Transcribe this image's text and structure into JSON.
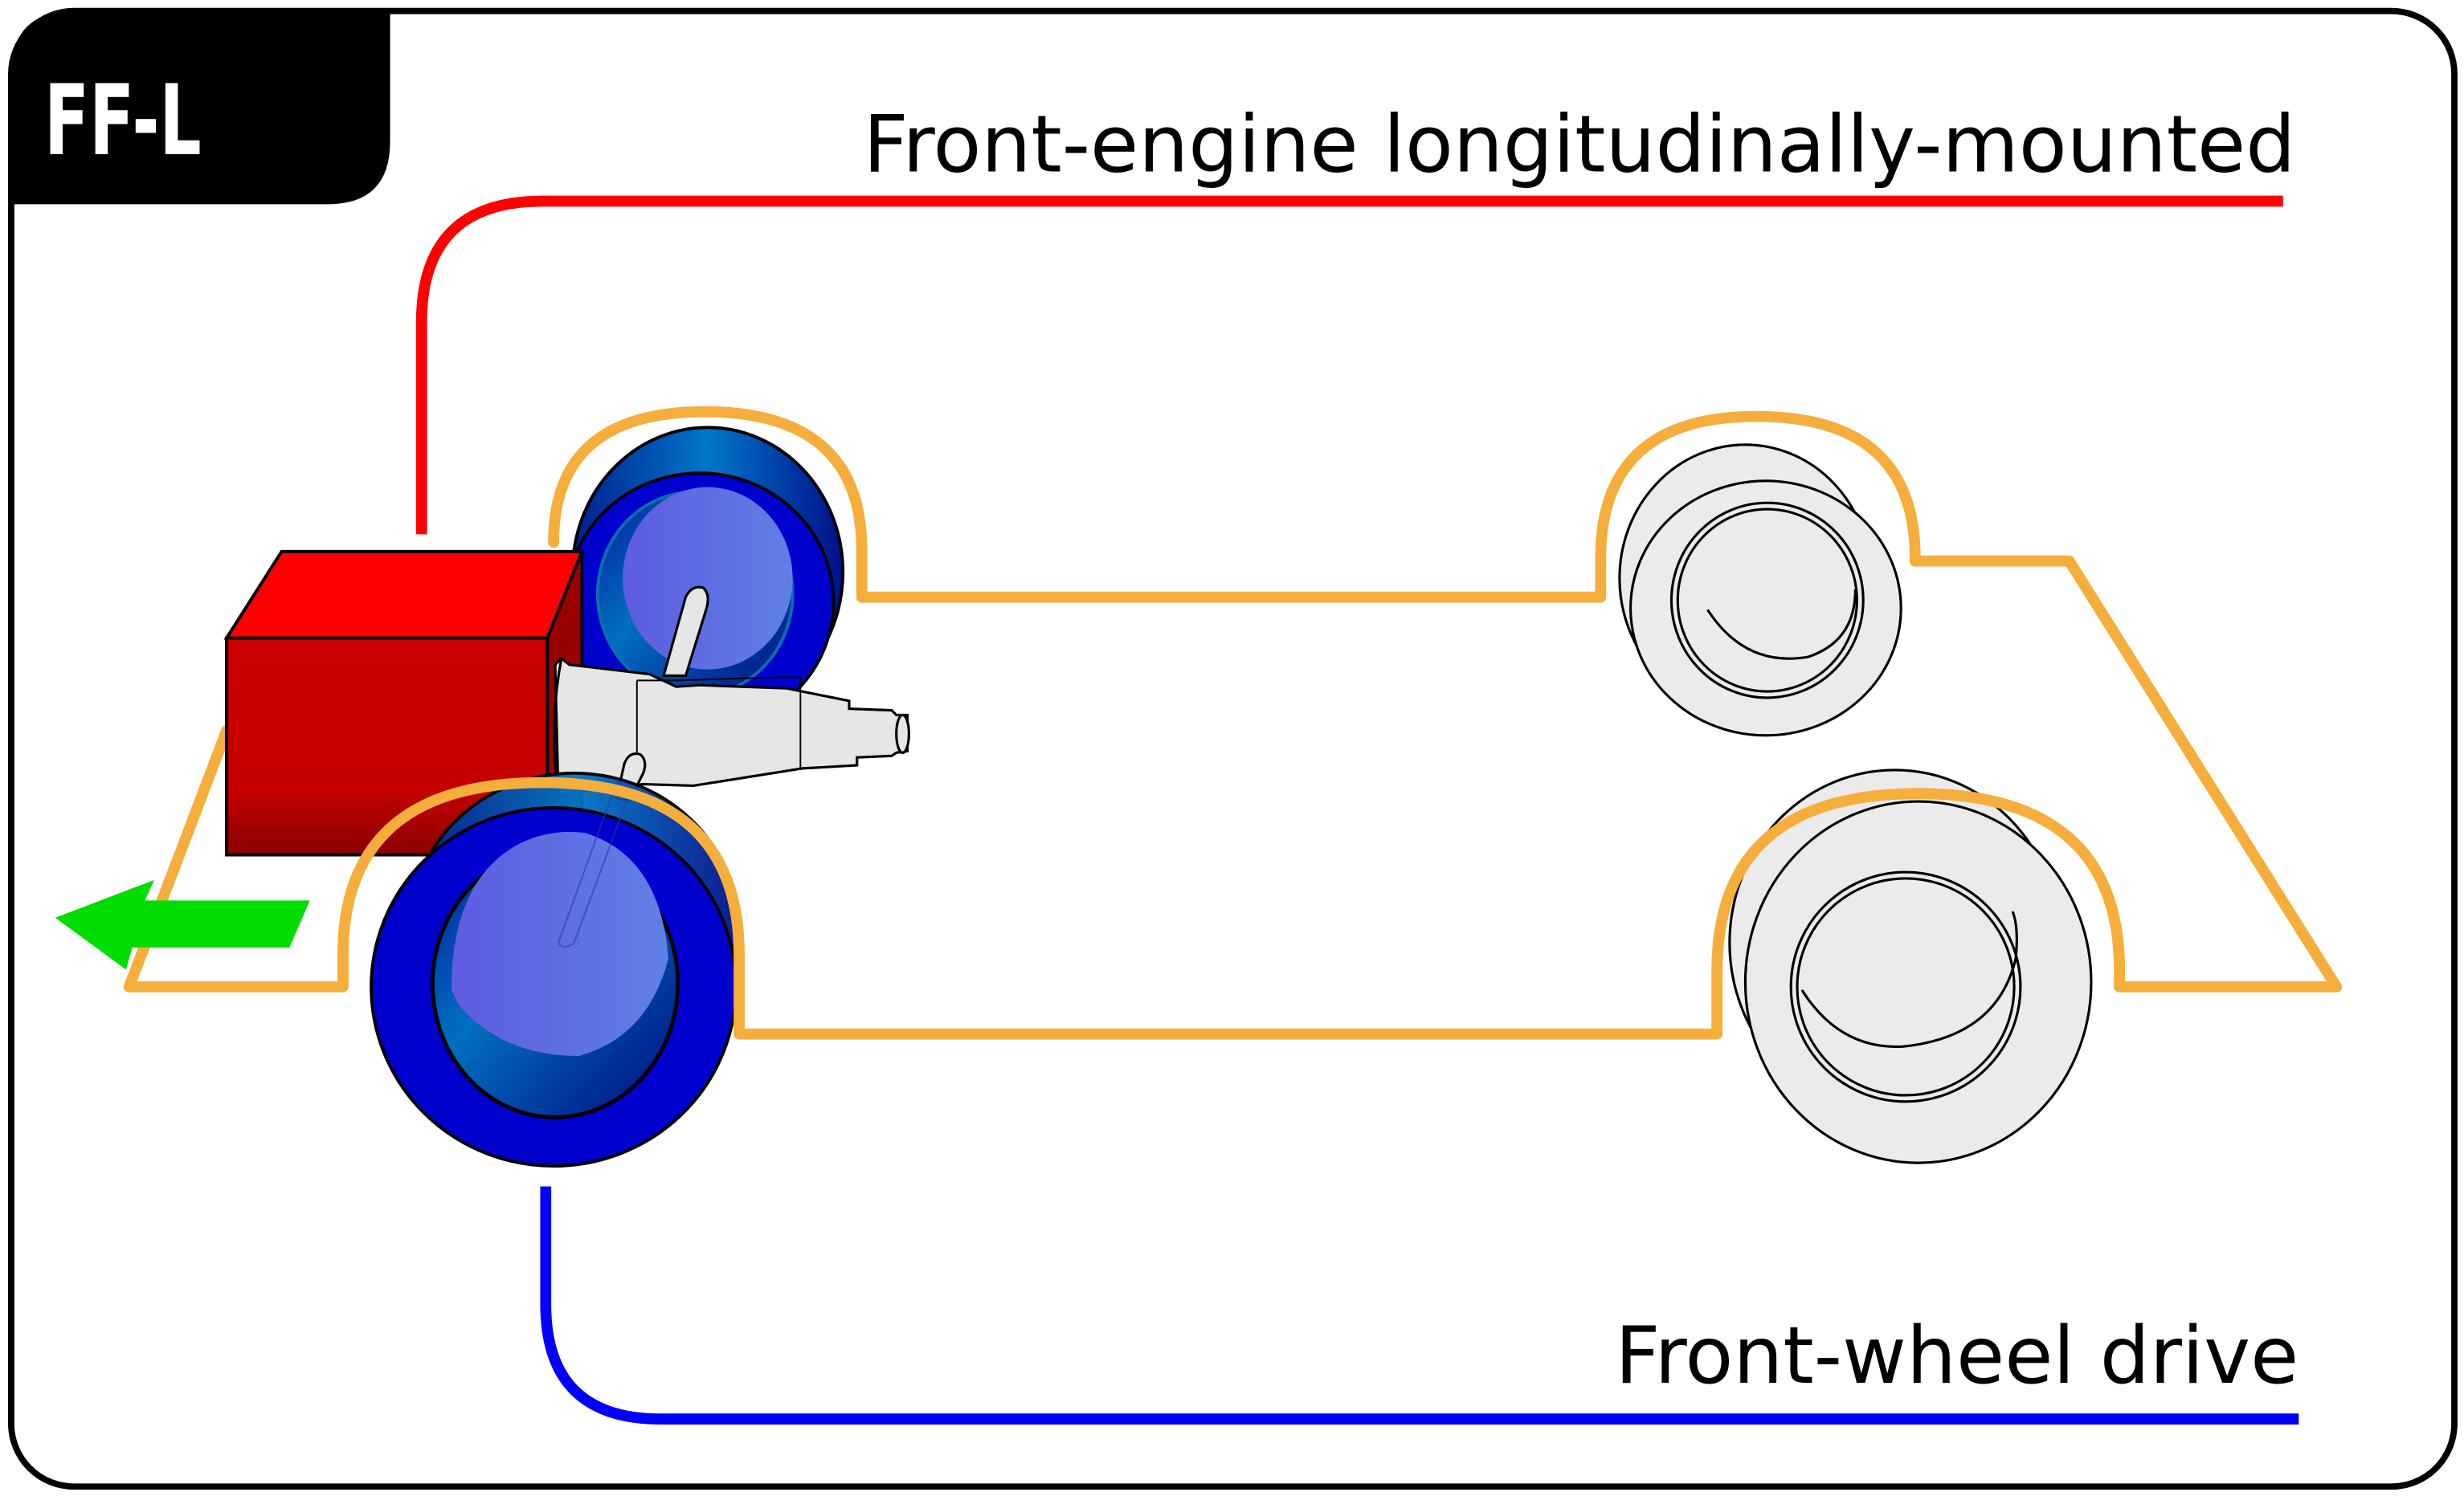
{
  "diagram": {
    "badge": {
      "code": "FF-L"
    },
    "engine_label": "Front-engine longitudinally-mounted",
    "drive_label": "Front-wheel drive",
    "direction": "forward",
    "components": {
      "engine": "engine-block",
      "transmission": "gearbox",
      "driven_wheels": [
        "front-left-wheel",
        "front-right-wheel"
      ],
      "undriven_wheels": [
        "rear-left-wheel",
        "rear-right-wheel"
      ]
    },
    "colors": {
      "engine_leader": "#ff0000",
      "drive_leader": "#0000ff",
      "body_outline": "#f5ae3c",
      "engine": "#cc0000",
      "driven_wheel": "#0000cc",
      "undriven_wheel": "#ebebeb",
      "direction_arrow": "#00dd00",
      "badge_bg": "#000000"
    }
  }
}
